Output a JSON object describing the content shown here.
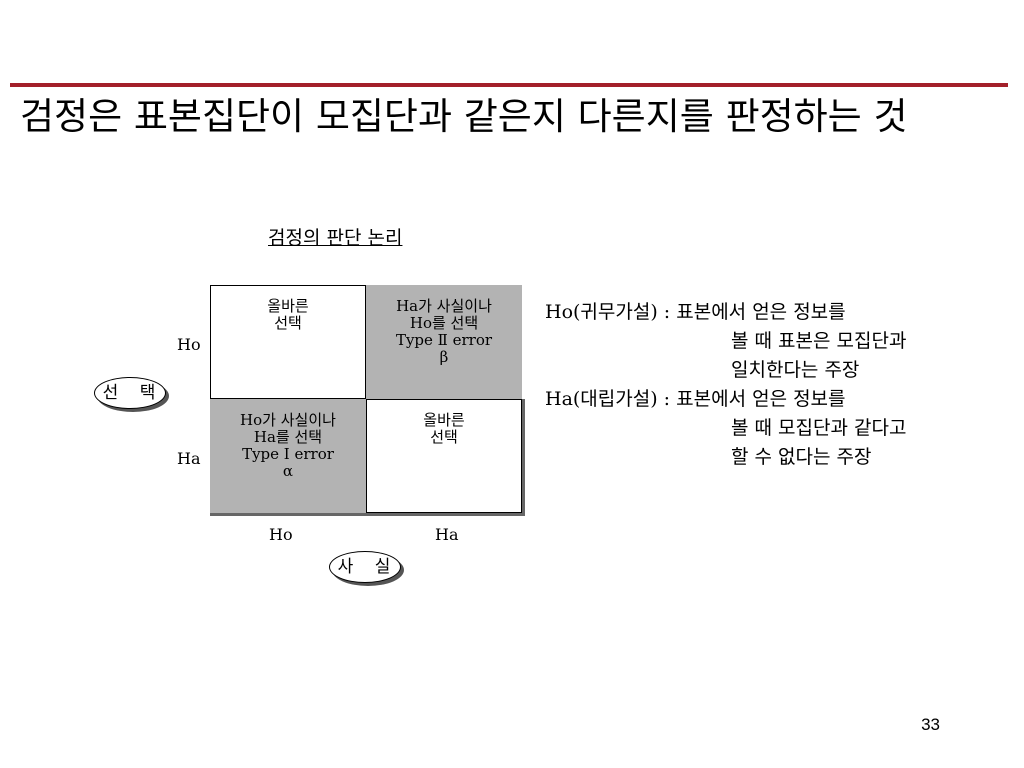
{
  "slide": {
    "title": "검정은 표본집단이 모집단과 같은지 다른지를 판정하는 것",
    "subtitle": "검정의 판단 논리",
    "page_number": "33",
    "accent_color": "#a3202a",
    "matrix": {
      "cells": [
        {
          "lines": [
            "올바른",
            "선택"
          ],
          "shade": "white"
        },
        {
          "lines": [
            "Ha가 사실이나",
            "Ho를 선택",
            "Type Ⅱ error",
            "β"
          ],
          "shade": "gray"
        },
        {
          "lines": [
            "Ho가 사실이나",
            "Ha를 선택",
            "Type Ⅰ error",
            "α"
          ],
          "shade": "gray"
        },
        {
          "lines": [
            "올바른",
            "선택"
          ],
          "shade": "white"
        }
      ],
      "row_labels": [
        "Ho",
        "Ha"
      ],
      "col_labels": [
        "Ho",
        "Ha"
      ],
      "row_axis_label": "선 택",
      "col_axis_label": "사 실"
    },
    "definitions": {
      "ho_term": "Ho(귀무가설) : 표본에서 얻은 정보를",
      "ho_line2": "볼 때 표본은 모집단과",
      "ho_line3": "일치한다는 주장",
      "ha_term": "Ha(대립가설) : 표본에서 얻은 정보를",
      "ha_line2": "볼 때 모집단과 같다고",
      "ha_line3": "할 수 없다는 주장"
    }
  }
}
